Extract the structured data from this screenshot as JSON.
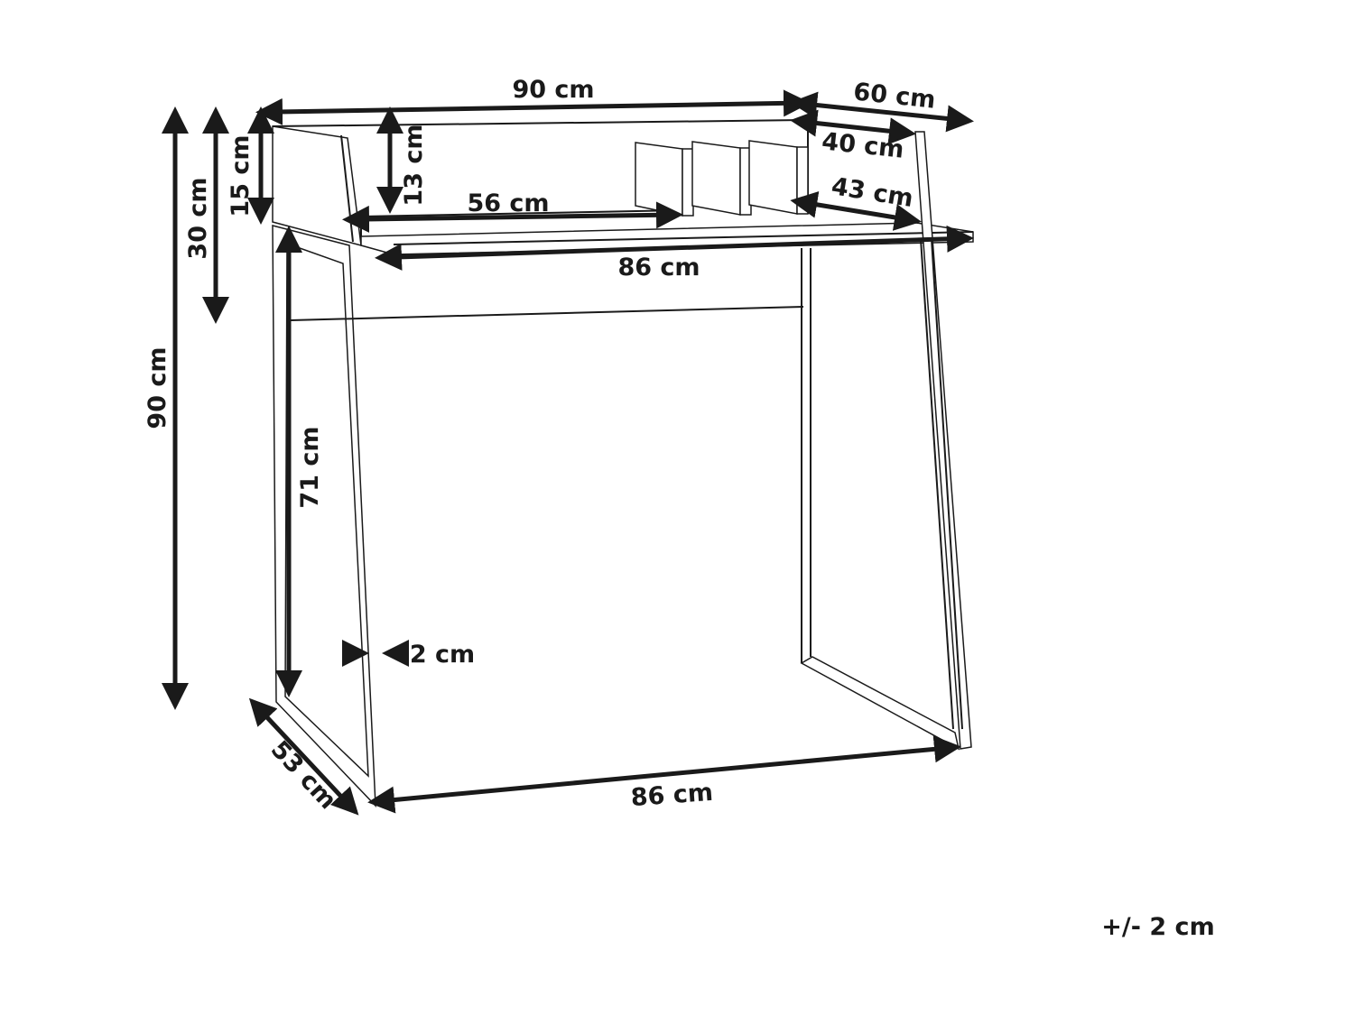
{
  "diagram": {
    "subject": "desk with shelf dimensions",
    "tolerance": "+/- 2 cm",
    "dimensions": {
      "total_width": "90 cm",
      "total_depth": "60 cm",
      "shelf_depth": "40 cm",
      "desktop_depth": "43 cm",
      "upper_inner_width": "56 cm",
      "desktop_width": "86 cm",
      "base_width": "86 cm",
      "shelf_height": "13 cm",
      "side_panel_height": "15 cm",
      "upper_structure_height": "30 cm",
      "total_height": "90 cm",
      "desk_height": "71 cm",
      "frame_thickness": "2 cm",
      "base_depth": "53 cm"
    }
  }
}
